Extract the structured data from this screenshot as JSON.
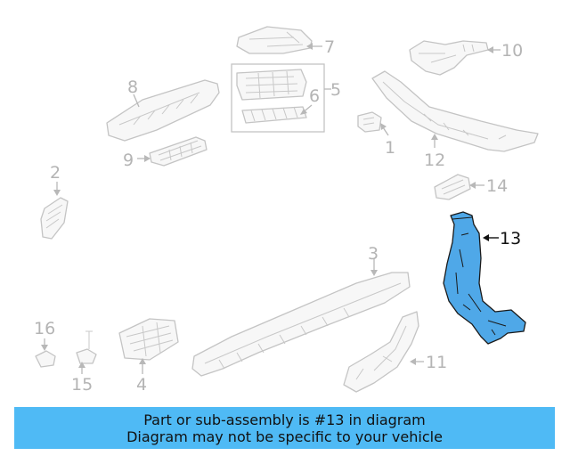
{
  "callouts": {
    "c1": "1",
    "c2": "2",
    "c3": "3",
    "c4": "4",
    "c5": "5",
    "c6": "6",
    "c7": "7",
    "c8": "8",
    "c9": "9",
    "c10": "10",
    "c11": "11",
    "c12": "12",
    "c13": "13",
    "c14": "14",
    "c15": "15",
    "c16": "16"
  },
  "highlight": {
    "part_number": "13",
    "color": "#4fa8e8"
  },
  "banner": {
    "line1": "Part or sub-assembly is #13 in diagram",
    "line2": "Diagram may not be specific to your vehicle",
    "background": "#4fbaf5"
  }
}
